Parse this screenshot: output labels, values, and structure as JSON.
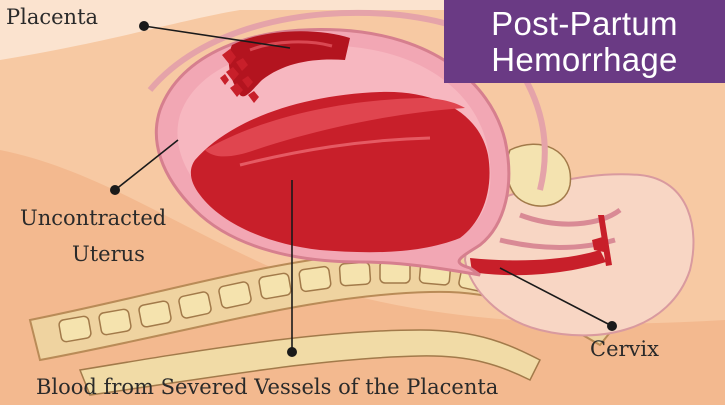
{
  "title": {
    "line1": "Post-Partum",
    "line2": "Hemorrhage"
  },
  "labels": {
    "placenta": "Placenta",
    "uncontracted_line1": "Uncontracted",
    "uncontracted_line2": "Uterus",
    "cervix": "Cervix",
    "blood": "Blood from Severed  Vessels of the Placenta"
  },
  "colors": {
    "title_bg": "#6a3a84",
    "blood": "#c81f2a",
    "uterus_wall": "#f2a7b4",
    "skin": "#f7c9a3",
    "bone": "#f3e0a6"
  }
}
